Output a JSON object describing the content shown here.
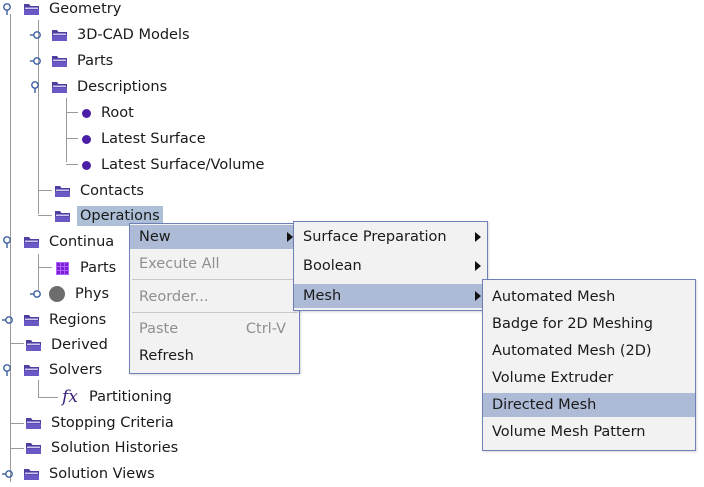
{
  "tree": {
    "geometry": "Geometry",
    "cad_models": "3D-CAD Models",
    "parts": "Parts",
    "descriptions": "Descriptions",
    "root": "Root",
    "latest_surface": "Latest Surface",
    "latest_surface_volume": "Latest Surface/Volume",
    "contacts": "Contacts",
    "operations": "Operations",
    "continua": "Continua",
    "continua_parts": "Parts",
    "physics": "Phys",
    "regions": "Regions",
    "derived": "Derived",
    "solvers": "Solvers",
    "partitioning": "Partitioning",
    "stopping_criteria": "Stopping Criteria",
    "solution_histories": "Solution Histories",
    "solution_views": "Solution Views"
  },
  "context_menu": {
    "new": "New",
    "execute_all": "Execute All",
    "reorder": "Reorder...",
    "paste": "Paste",
    "paste_shortcut": "Ctrl-V",
    "refresh": "Refresh"
  },
  "new_submenu": {
    "surface_preparation": "Surface Preparation",
    "boolean": "Boolean",
    "mesh": "Mesh"
  },
  "mesh_submenu": {
    "automated_mesh": "Automated Mesh",
    "badge_2d": "Badge for 2D Meshing",
    "automated_mesh_2d": "Automated Mesh (2D)",
    "volume_extruder": "Volume Extruder",
    "directed_mesh": "Directed Mesh",
    "volume_mesh_pattern": "Volume Mesh Pattern"
  },
  "colors": {
    "folder": "#4d3ea0",
    "selection": "#aec0d8",
    "menu_highlight": "#aebbd6",
    "menu_border": "#6f7fb8"
  }
}
